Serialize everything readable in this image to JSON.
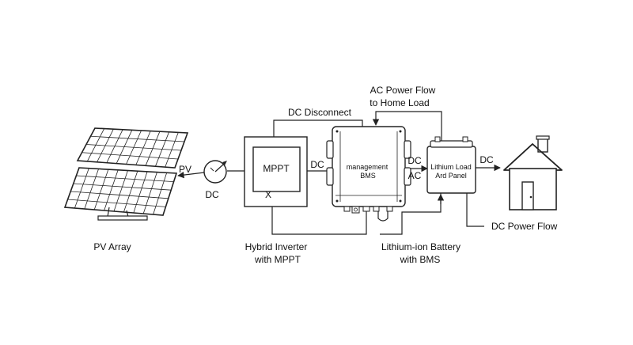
{
  "labels": {
    "pv_array": "PV Array",
    "pv": "PV",
    "dc_meter": "DC",
    "mppt": "MPPT",
    "x_mark": "X",
    "dc_inverter": "DC",
    "dc_disconnect": "DC Disconnect",
    "ac_flow_line1": "AC Power Flow",
    "ac_flow_line2": "to Home Load",
    "bms_line1": "management",
    "bms_line2": "BMS",
    "dc_bms": "DC",
    "ac_bms": "AC",
    "panel_line1": "Lithium Load",
    "panel_line2": "Ard Panel",
    "dc_home": "DC",
    "dc_power_flow": "DC Power Flow",
    "inverter_line1": "Hybrid Inverter",
    "inverter_line2": "with MPPT",
    "battery_line1": "Lithium-ion Battery",
    "battery_line2": "with BMS"
  }
}
